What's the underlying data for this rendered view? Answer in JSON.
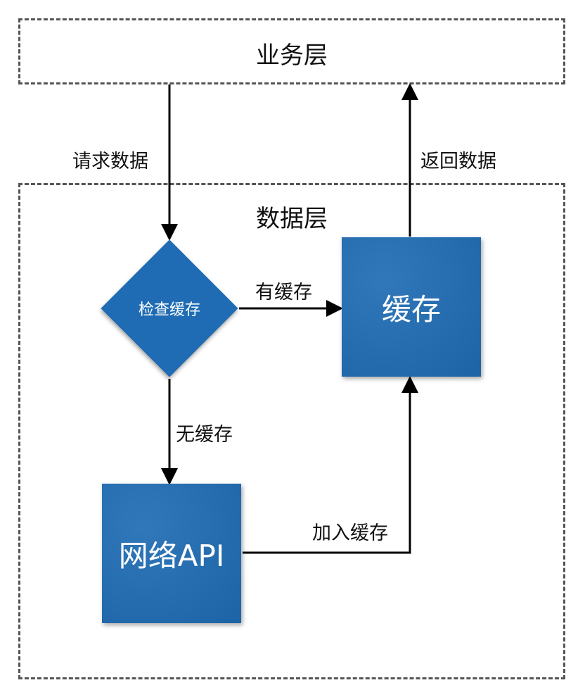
{
  "layers": {
    "business": "业务层",
    "data": "数据层"
  },
  "nodes": {
    "check_cache": "检查缓存",
    "cache": "缓存",
    "network_api": "网络API"
  },
  "edges": {
    "request_data": "请求数据",
    "return_data": "返回数据",
    "has_cache": "有缓存",
    "no_cache": "无缓存",
    "add_to_cache": "加入缓存"
  },
  "colors": {
    "block_fill": "#1f6cb4",
    "arrow": "#000000",
    "dash_border": "#555555"
  }
}
